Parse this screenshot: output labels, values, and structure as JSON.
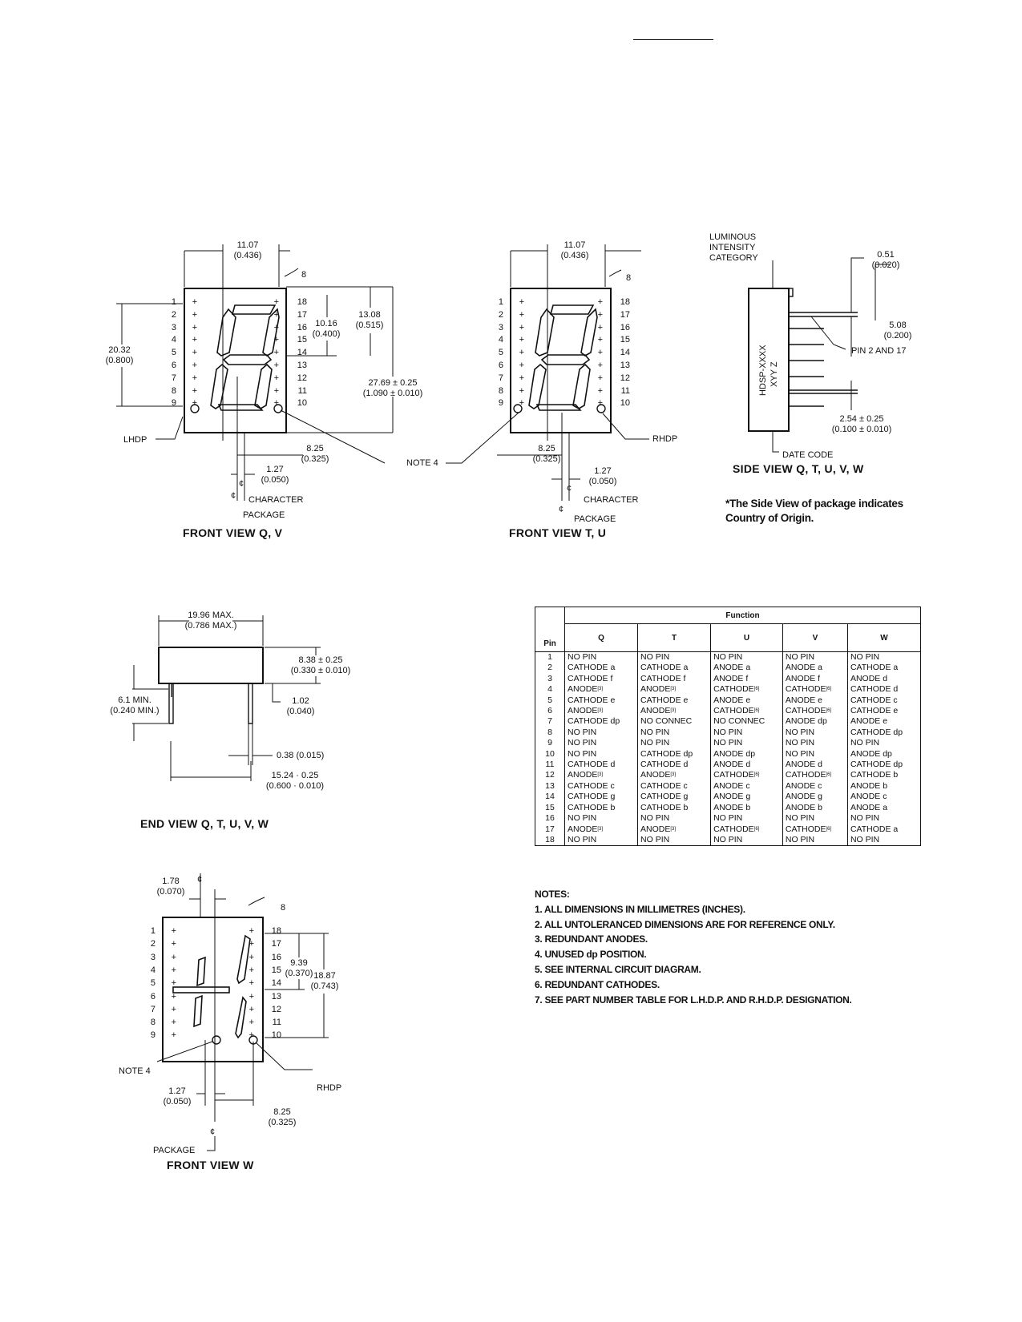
{
  "front_view_qv": {
    "caption": "FRONT VIEW Q, V",
    "dims": {
      "width_mm": "11.07",
      "width_in": "(0.436)",
      "angle": "8",
      "height_mm": "20.32",
      "height_in": "(0.800)",
      "seg_mm": "10.16",
      "seg_in": "(0.400)",
      "top_mm": "13.08",
      "top_in": "(0.515)",
      "pkg_mm": "27.69 ± 0.25",
      "pkg_in": "(1.090 ± 0.010)",
      "half_mm": "8.25",
      "half_in": "(0.325)",
      "off_mm": "1.27",
      "off_in": "(0.050)"
    },
    "labels": {
      "lhdp": "LHDP",
      "character": "CHARACTER",
      "package": "PACKAGE",
      "cl": "¢"
    },
    "left_pins": [
      "1",
      "2",
      "3",
      "4",
      "5",
      "6",
      "7",
      "8",
      "9"
    ],
    "right_pins": [
      "18",
      "17",
      "16",
      "15",
      "14",
      "13",
      "12",
      "11",
      "10"
    ]
  },
  "front_view_tu": {
    "caption": "FRONT VIEW T, U",
    "dims": {
      "width_mm": "11.07",
      "width_in": "(0.436)",
      "angle": "8",
      "half_mm": "8.25",
      "half_in": "(0.325)",
      "off_mm": "1.27",
      "off_in": "(0.050)"
    },
    "labels": {
      "rhdp": "RHDP",
      "character": "CHARACTER",
      "package": "PACKAGE",
      "cl": "¢"
    },
    "left_pins": [
      "1",
      "2",
      "3",
      "4",
      "5",
      "6",
      "7",
      "8",
      "9"
    ],
    "right_pins": [
      "18",
      "17",
      "16",
      "15",
      "14",
      "13",
      "12",
      "11",
      "10"
    ]
  },
  "note4_label": "NOTE 4",
  "side_view": {
    "caption": "SIDE VIEW Q, T, U, V, W",
    "luminous": [
      "LUMINOUS",
      "INTENSITY",
      "CATEGORY"
    ],
    "d1_mm": "0.51",
    "d1_in": "(0.020)",
    "d2_mm": "5.08",
    "d2_in": "(0.200)",
    "pin_label": "PIN 2 AND 17",
    "pitch_mm": "2.54 ± 0.25",
    "pitch_in": "(0.100 ± 0.010)",
    "date_code": "DATE CODE",
    "marking_1": "HDSP-XXXX",
    "marking_2": "XYY Z"
  },
  "origin_note": [
    "*The Side View of package indicates",
    "Country of Origin."
  ],
  "end_view": {
    "caption": "END VIEW Q, T, U, V, W",
    "width_mm": "19.96 MAX.",
    "width_in": "(0.786 MAX.)",
    "height_mm": "8.38 ± 0.25",
    "height_in": "(0.330 ± 0.010)",
    "lead_mm": "6.1 MIN.",
    "lead_in": "(0.240 MIN.)",
    "t_mm": "1.02",
    "t_in": "(0.040)",
    "dia": "0.38 (0.015)",
    "row_mm": "15.24 · 0.25",
    "row_in": "(0.600 · 0.010)"
  },
  "front_view_w": {
    "caption": "FRONT VIEW W",
    "dims": {
      "off1_mm": "1.78",
      "off1_in": "(0.070)",
      "angle": "8",
      "seg_mm": "9.39",
      "seg_in": "(0.370)",
      "h_mm": "18.87",
      "h_in": "(0.743)",
      "off_mm": "1.27",
      "off_in": "(0.050)",
      "half_mm": "8.25",
      "half_in": "(0.325)"
    },
    "labels": {
      "note4": "NOTE 4",
      "rhdp": "RHDP",
      "package": "PACKAGE",
      "cl": "¢"
    },
    "left_pins": [
      "1",
      "2",
      "3",
      "4",
      "5",
      "6",
      "7",
      "8",
      "9"
    ],
    "right_pins": [
      "18",
      "17",
      "16",
      "15",
      "14",
      "13",
      "12",
      "11",
      "10"
    ]
  },
  "pin_table": {
    "header_pin": "Pin",
    "header_function": "Function",
    "columns": [
      "Q",
      "T",
      "U",
      "V",
      "W"
    ],
    "rows": [
      {
        "pin": "1",
        "q": "NO PIN",
        "t": "NO PIN",
        "u": "NO PIN",
        "v": "NO PIN",
        "w": "NO PIN"
      },
      {
        "pin": "2",
        "q": "CATHODE a",
        "t": "CATHODE a",
        "u": "ANODE a",
        "v": "ANODE a",
        "w": "CATHODE a"
      },
      {
        "pin": "3",
        "q": "CATHODE f",
        "t": "CATHODE f",
        "u": "ANODE f",
        "v": "ANODE f",
        "w": "ANODE d"
      },
      {
        "pin": "4",
        "q": "ANODE",
        "q_sup": "[3]",
        "t": "ANODE",
        "t_sup": "[3]",
        "u": "CATHODE",
        "u_sup": "[6]",
        "v": "CATHODE",
        "v_sup": "[6]",
        "w": "CATHODE d"
      },
      {
        "pin": "5",
        "q": "CATHODE e",
        "t": "CATHODE e",
        "u": "ANODE e",
        "v": "ANODE e",
        "w": "CATHODE c"
      },
      {
        "pin": "6",
        "q": "ANODE",
        "q_sup": "[3]",
        "t": "ANODE",
        "t_sup": "[3]",
        "u": "CATHODE",
        "u_sup": "[6]",
        "v": "CATHODE",
        "v_sup": "[6]",
        "w": "CATHODE e"
      },
      {
        "pin": "7",
        "q": "CATHODE dp",
        "t": "NO CONNEC",
        "u": "NO CONNEC",
        "v": "ANODE dp",
        "w": "ANODE e"
      },
      {
        "pin": "8",
        "q": "NO PIN",
        "t": "NO PIN",
        "u": "NO PIN",
        "v": "NO PIN",
        "w": "CATHODE dp"
      },
      {
        "pin": "9",
        "q": "NO PIN",
        "t": "NO PIN",
        "u": "NO PIN",
        "v": "NO PIN",
        "w": "NO PIN"
      },
      {
        "pin": "10",
        "q": "NO PIN",
        "t": "CATHODE dp",
        "u": "ANODE dp",
        "v": "NO PIN",
        "w": "ANODE dp"
      },
      {
        "pin": "11",
        "q": "CATHODE d",
        "t": "CATHODE d",
        "u": "ANODE d",
        "v": "ANODE d",
        "w": "CATHODE dp"
      },
      {
        "pin": "12",
        "q": "ANODE",
        "q_sup": "[3]",
        "t": "ANODE",
        "t_sup": "[3]",
        "u": "CATHODE",
        "u_sup": "[6]",
        "v": "CATHODE",
        "v_sup": "[6]",
        "w": "CATHODE b"
      },
      {
        "pin": "13",
        "q": "CATHODE c",
        "t": "CATHODE c",
        "u": "ANODE c",
        "v": "ANODE c",
        "w": "ANODE b"
      },
      {
        "pin": "14",
        "q": "CATHODE g",
        "t": "CATHODE g",
        "u": "ANODE g",
        "v": "ANODE g",
        "w": "ANODE c"
      },
      {
        "pin": "15",
        "q": "CATHODE b",
        "t": "CATHODE b",
        "u": "ANODE b",
        "v": "ANODE b",
        "w": "ANODE a"
      },
      {
        "pin": "16",
        "q": "NO PIN",
        "t": "NO PIN",
        "u": "NO PIN",
        "v": "NO PIN",
        "w": "NO PIN"
      },
      {
        "pin": "17",
        "q": "ANODE",
        "q_sup": "[3]",
        "t": "ANODE",
        "t_sup": "[3]",
        "u": "CATHODE",
        "u_sup": "[6]",
        "v": "CATHODE",
        "v_sup": "[6]",
        "w": "CATHODE a"
      },
      {
        "pin": "18",
        "q": "NO PIN",
        "t": "NO PIN",
        "u": "NO PIN",
        "v": "NO PIN",
        "w": "NO PIN"
      }
    ]
  },
  "notes": {
    "title": "NOTES:",
    "items": [
      "1. ALL DIMENSIONS IN MILLIMETRES (INCHES).",
      "2. ALL UNTOLERANCED DIMENSIONS ARE FOR REFERENCE ONLY.",
      "3.  REDUNDANT ANODES.",
      "4. UNUSED dp POSITION.",
      "5. SEE INTERNAL CIRCUIT DIAGRAM.",
      "6. REDUNDANT CATHODES.",
      "7. SEE PART NUMBER TABLE FOR L.H.D.P. AND R.H.D.P. DESIGNATION."
    ]
  }
}
